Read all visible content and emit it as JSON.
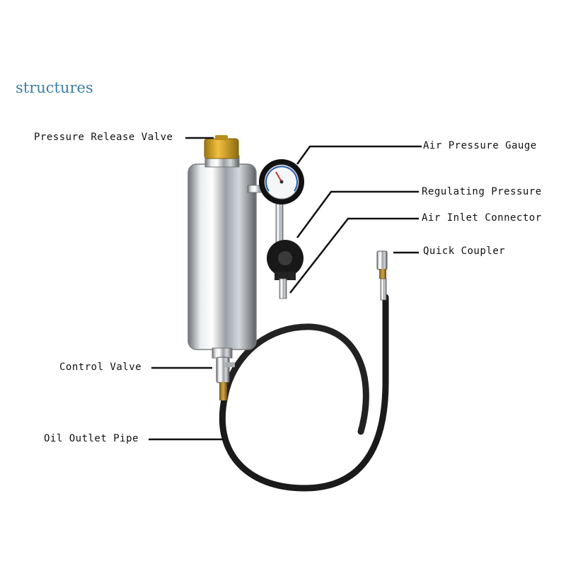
{
  "title": "structures",
  "labels": {
    "pressure_release_valve": "Pressure Release Valve",
    "air_pressure_gauge": "Air Pressure Gauge",
    "regulating_pressure": "Regulating Pressure",
    "air_inlet_connector": "Air Inlet Connector",
    "quick_coupler": "Quick Coupler",
    "control_valve": "Control Valve",
    "oil_outlet_pipe": "Oil Outlet Pipe"
  },
  "colors": {
    "title": "#3d7fa6",
    "cap": "#d9a21b",
    "hose": "#1a1a1a",
    "steel": "#c8ccd0"
  }
}
